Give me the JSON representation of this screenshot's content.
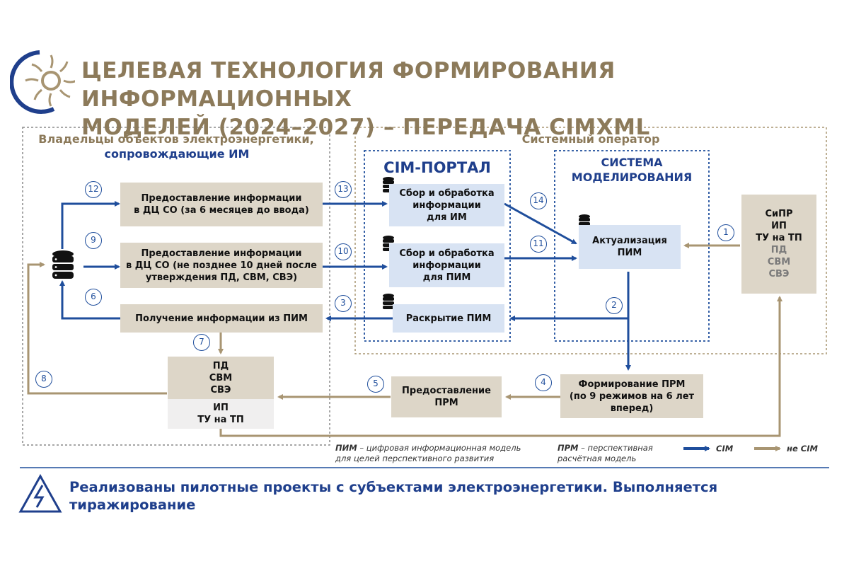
{
  "title": {
    "line1": "ЦЕЛЕВАЯ ТЕХНОЛОГИЯ ФОРМИРОВАНИЯ ИНФОРМАЦИОННЫХ",
    "line2": "МОДЕЛЕЙ (2024–2027) – ПЕРЕДАЧА CIMXML"
  },
  "groups": {
    "owners_line1": "Владельцы объектов электроэнергетики,",
    "owners_line2": "сопровождающие ИМ",
    "system_operator": "Системный оператор",
    "cim_portal": "CIM-ПОРТАЛ",
    "modeling_line1": "СИСТЕМА",
    "modeling_line2": "МОДЕЛИРОВАНИЯ"
  },
  "boxes": {
    "provide6_l1": "Предоставление информации",
    "provide6_l2": "в ДЦ СО (за 6 месяцев до ввода)",
    "provide10_l1": "Предоставление информации",
    "provide10_l2": "в ДЦ СО (не позднее 10 дней после",
    "provide10_l3": "утверждения ПД, СВМ, СВЭ)",
    "receive": "Получение информации из ПИМ",
    "collect_im_l1": "Сбор и обработка",
    "collect_im_l2": "информации",
    "collect_im_l3": "для ИМ",
    "collect_pim_l1": "Сбор и обработка",
    "collect_pim_l2": "информации",
    "collect_pim_l3": "для ПИМ",
    "disclose": "Раскрытие ПИМ",
    "actualize_l1": "Актуализация",
    "actualize_l2": "ПИМ",
    "sipr_1": "СиПР",
    "sipr_2": "ИП",
    "sipr_3": "ТУ на ТП",
    "sipr_4": "ПД",
    "sipr_5": "СВМ",
    "sipr_6": "СВЭ",
    "docs_1": "ПД",
    "docs_2": "СВМ",
    "docs_3": "СВЭ",
    "docs_4": "ИП",
    "docs_5": "ТУ на ТП",
    "prm_provide_l1": "Предоставление",
    "prm_provide_l2": "ПРМ",
    "prm_form_l1": "Формирование ПРМ",
    "prm_form_l2": "(по 9 режимов на 6 лет",
    "prm_form_l3": "вперед)"
  },
  "numbers": [
    "1",
    "2",
    "3",
    "4",
    "5",
    "6",
    "7",
    "8",
    "9",
    "10",
    "11",
    "12",
    "13",
    "14"
  ],
  "legend": {
    "pim_abbr": "ПИМ",
    "pim_text1": " – цифровая информационная модель",
    "pim_text2": "для целей перспективного развития",
    "prm_abbr": "ПРМ",
    "prm_text1": " – перспективная",
    "prm_text2": "расчётная модель",
    "cim": "CIM",
    "not_cim": "не CIM"
  },
  "footer": {
    "text_l1": "Реализованы пилотные проекты с субъектами электроэнергетики. Выполняется",
    "text_l2": "тиражирование"
  },
  "colors": {
    "title": "#8c7a5a",
    "cim_arrow": "#1f4e9c",
    "non_cim_arrow": "#a89572",
    "tan_box": "#ddd6c8",
    "blue_box": "#d8e3f3",
    "footer_text": "#1f3f8c"
  },
  "icons": [
    "logo-sun-icon",
    "database-icon",
    "lightning-triangle-icon"
  ]
}
